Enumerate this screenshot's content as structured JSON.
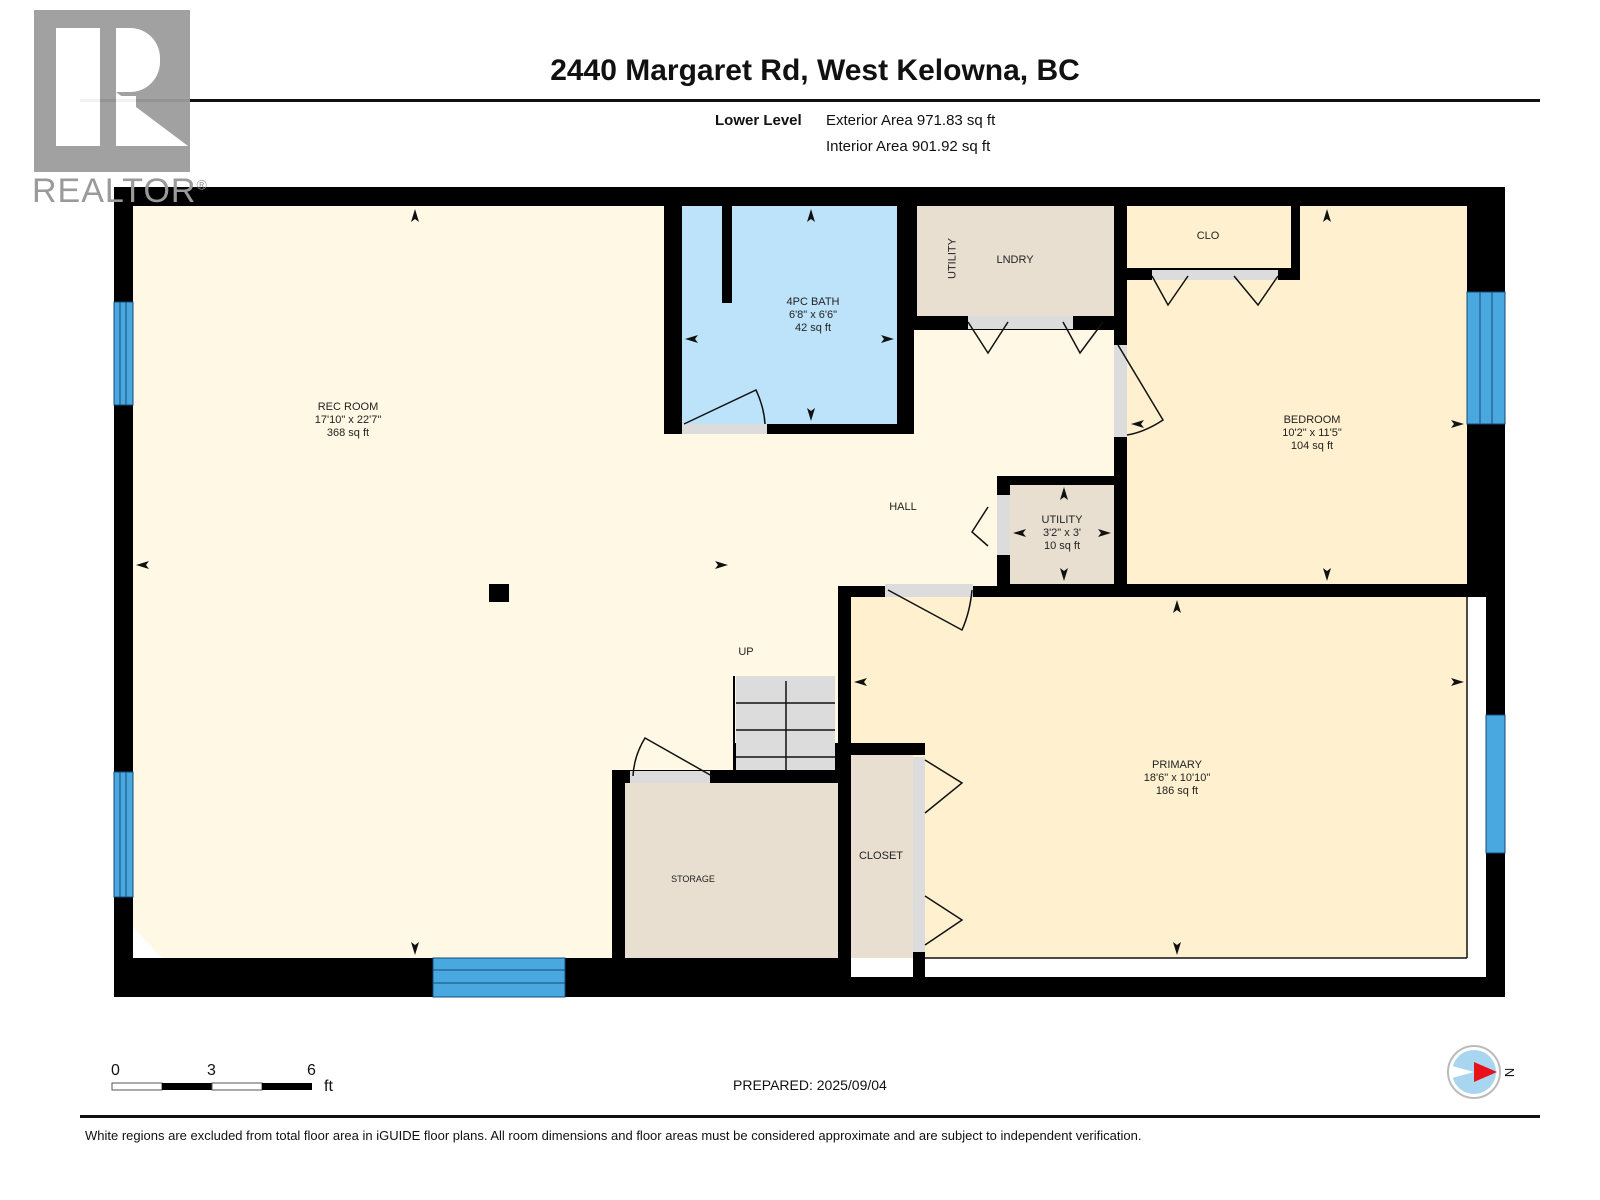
{
  "header": {
    "title": "2440 Margaret Rd, West Kelowna, BC",
    "level": "Lower Level",
    "exterior_area": "Exterior Area 971.83 sq ft",
    "interior_area": "Interior Area 901.92 sq ft"
  },
  "logo": {
    "text": "REALTOR",
    "mark": "®"
  },
  "colors": {
    "wall": "#000000",
    "living": "#fff8e4",
    "bedroom": "#fff1cf",
    "bath": "#bde3fb",
    "utility": "#e8dfd1",
    "window": "#4aa8e0",
    "door_sill": "#dcdcdc",
    "compass_needle": "#e8101a"
  },
  "rooms": [
    {
      "name": "REC ROOM",
      "dims": "17'10\" x 22'7\"",
      "area": "368 sq ft"
    },
    {
      "name": "4PC BATH",
      "dims": "6'8\" x 6'6\"",
      "area": "42 sq ft"
    },
    {
      "name": "UTILITY",
      "dims": "",
      "area": ""
    },
    {
      "name": "LNDRY",
      "dims": "",
      "area": ""
    },
    {
      "name": "CLO",
      "dims": "",
      "area": ""
    },
    {
      "name": "BEDROOM",
      "dims": "10'2\" x 11'5\"",
      "area": "104 sq ft"
    },
    {
      "name": "HALL",
      "dims": "",
      "area": ""
    },
    {
      "name": "UTILITY",
      "dims": "3'2\" x 3'",
      "area": "10 sq ft"
    },
    {
      "name": "UP",
      "dims": "",
      "area": ""
    },
    {
      "name": "PRIMARY",
      "dims": "18'6\" x 10'10\"",
      "area": "186 sq ft"
    },
    {
      "name": "CLOSET",
      "dims": "",
      "area": ""
    },
    {
      "name": "STORAGE",
      "dims": "",
      "area": ""
    }
  ],
  "scale_bar": {
    "ticks": [
      "0",
      "3",
      "6"
    ],
    "unit": "ft"
  },
  "compass": {
    "label": "N"
  },
  "footer": {
    "prepared": "PREPARED: 2025/09/04",
    "disclaimer": "White regions are excluded from total floor area in iGUIDE floor plans. All room dimensions and floor areas must be considered approximate and are subject to independent verification."
  }
}
